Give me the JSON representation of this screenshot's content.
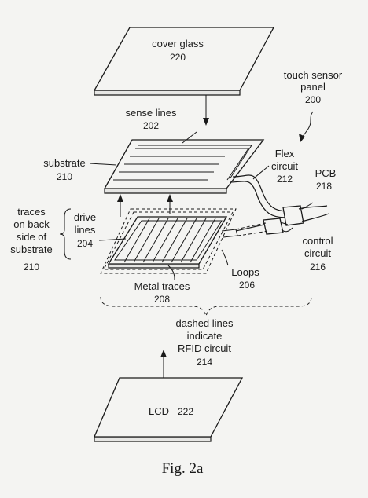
{
  "labels": {
    "cover_glass": "cover glass",
    "cover_glass_num": "220",
    "touch_sensor_1": "touch sensor",
    "touch_sensor_2": "panel",
    "touch_sensor_num": "200",
    "sense_lines": "sense lines",
    "sense_lines_num": "202",
    "substrate": "substrate",
    "substrate_num": "210",
    "flex_1": "Flex",
    "flex_2": "circuit",
    "flex_num": "212",
    "pcb": "PCB",
    "pcb_num": "218",
    "traces_1": "traces",
    "traces_2": "on back",
    "traces_3": "side of",
    "traces_4": "substrate",
    "traces_num": "210",
    "drive_1": "drive",
    "drive_2": "lines",
    "drive_num": "204",
    "control_1": "control",
    "control_2": "circuit",
    "control_num": "216",
    "loops": "Loops",
    "loops_num": "206",
    "metal_traces": "Metal traces",
    "metal_traces_num": "208",
    "dashed_1": "dashed lines",
    "dashed_2": "indicate",
    "dashed_3": "RFID circuit",
    "dashed_num": "214",
    "lcd": "LCD",
    "lcd_num": "222"
  },
  "caption": "Fig. 2a"
}
